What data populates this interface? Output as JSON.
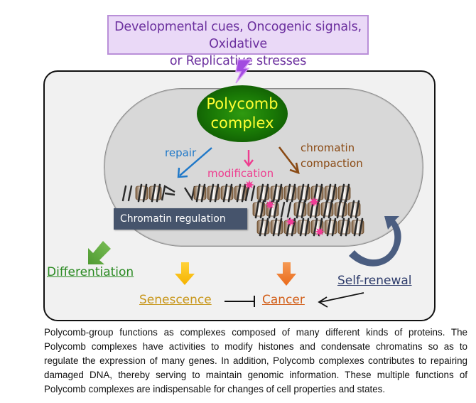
{
  "stress_box": {
    "line1": "Developmental cues, Oncogenic signals, Oxidative",
    "line2": "or Replicative stresses",
    "color": "#6b2f9e",
    "background": "#ead9f7"
  },
  "polycomb": {
    "line1": "Polycomb",
    "line2": "complex",
    "text_color": "#ffff33"
  },
  "actions": {
    "repair": "repair",
    "modification": "modification",
    "compaction_line1": "chromatin",
    "compaction_line2": "compaction"
  },
  "chromatin_regulation_label": "Chromatin regulation",
  "outcomes": {
    "differentiation": "Differentiation",
    "senescence": "Senescence",
    "cancer": "Cancer",
    "self_renewal": "Self-renewal"
  },
  "icons": {
    "stress": "lightning-bolt-icon",
    "repair": "blue-arrow-icon",
    "modification": "pink-arrow-icon",
    "compaction": "brown-arrow-icon",
    "differentiation": "green-block-arrow-icon",
    "senescence": "yellow-block-arrow-icon",
    "cancer": "orange-block-arrow-icon",
    "self_renewal": "curved-arrow-icon",
    "inhibition": "inhibition-bar-icon",
    "histone_mark": "pink-star-icon",
    "nucleosome": "nucleosome-icon"
  },
  "colors": {
    "repair": "#1f78c8",
    "modification": "#ee3d8f",
    "compaction": "#8a4a14",
    "differentiation": "#2a8a22",
    "senescence": "#c8961a",
    "cancer": "#d25e18",
    "self_renewal": "#2f3d6c"
  },
  "caption": "Polycomb-group functions as complexes composed of many different kinds of proteins. The Polycomb complexes have activities to modify histones and condensate chromatins so as to regulate the expression of many genes. In addition, Polycomb complexes contributes to repairing damaged DNA, thereby serving to maintain genomic information. These multiple functions of Polycomb complexes are indispensable for changes of cell properties and states."
}
